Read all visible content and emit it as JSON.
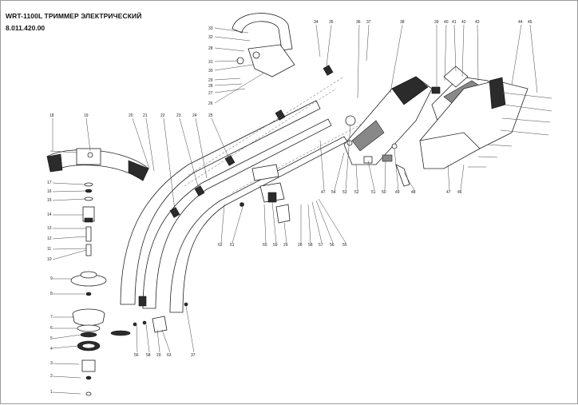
{
  "header": {
    "title": "WRT-1100L ТРИММЕР ЭЛЕКТРИЧЕСКИЙ",
    "article": "8.011.420.00"
  },
  "callouts": [
    "1",
    "2",
    "3",
    "4",
    "5",
    "6",
    "7",
    "8",
    "9",
    "10",
    "11",
    "12",
    "13",
    "14",
    "15",
    "16",
    "17",
    "18",
    "19",
    "20",
    "21",
    "22",
    "23",
    "24",
    "25",
    "26",
    "27",
    "28",
    "29",
    "30",
    "31",
    "32",
    "33",
    "34",
    "35",
    "36",
    "37",
    "38",
    "39",
    "40",
    "41",
    "42",
    "43",
    "44",
    "45",
    "46",
    "47",
    "48",
    "49",
    "50",
    "51",
    "52",
    "53",
    "54",
    "55",
    "56",
    "57",
    "58",
    "59",
    "60",
    "61",
    "62",
    "63"
  ],
  "colors": {
    "line": "#222222",
    "rubber": "#2b2b2b",
    "paper": "#ffffff"
  }
}
